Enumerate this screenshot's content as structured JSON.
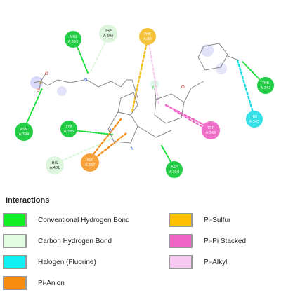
{
  "residues": [
    {
      "id": "arg",
      "name": "ARG",
      "num": "A:393",
      "kind": "conventional_hbond",
      "color": "#22cc44",
      "text_dark": false
    },
    {
      "id": "phe390",
      "name": "PHE",
      "num": "A:390",
      "kind": "carbon_hbond",
      "color": "#ddf5dd",
      "text_dark": true
    },
    {
      "id": "phe80",
      "name": "PHE",
      "num": "A:80",
      "kind": "pi_sulfur",
      "color": "#f4c23a",
      "text_dark": false
    },
    {
      "id": "asn",
      "name": "ASN",
      "num": "A:394",
      "kind": "conventional_hbond",
      "color": "#22cc44",
      "text_dark": false
    },
    {
      "id": "tyr",
      "name": "TYR",
      "num": "A:385",
      "kind": "conventional_hbond",
      "color": "#22cc44",
      "text_dark": false
    },
    {
      "id": "his",
      "name": "HIS",
      "num": "A:401",
      "kind": "carbon_hbond",
      "color": "#ddf5dd",
      "text_dark": true
    },
    {
      "id": "asp387",
      "name": "ASP",
      "num": "A:387",
      "kind": "pi_anion",
      "color": "#f5a23c",
      "text_dark": false
    },
    {
      "id": "asp350",
      "name": "ASP",
      "num": "A:350",
      "kind": "conventional_hbond",
      "color": "#22cc44",
      "text_dark": false
    },
    {
      "id": "trp",
      "name": "TRP",
      "num": "A:349",
      "kind": "pi_pi_stacked",
      "color": "#ee6ec8",
      "text_dark": false
    },
    {
      "id": "thr",
      "name": "THR",
      "num": "A:347",
      "kind": "conventional_hbond",
      "color": "#22cc44",
      "text_dark": false
    },
    {
      "id": "hir",
      "name": "HIR",
      "num": "A:345",
      "kind": "halogen",
      "color": "#33e0e8",
      "text_dark": false
    }
  ],
  "atoms": [
    {
      "id": "N",
      "label": "N"
    },
    {
      "id": "S",
      "label": "S"
    },
    {
      "id": "O1",
      "label": "O"
    },
    {
      "id": "O2",
      "label": "O"
    },
    {
      "id": "N2",
      "label": "N"
    },
    {
      "id": "N3",
      "label": "N"
    },
    {
      "id": "Ocat",
      "label": "O"
    },
    {
      "id": "F",
      "label": "F"
    }
  ],
  "legend": {
    "title": "Interactions",
    "items": [
      {
        "label": "Conventional Hydrogen Bond",
        "color": "#11ee22"
      },
      {
        "label": "Carbon Hydrogen Bond",
        "color": "#e1fde1"
      },
      {
        "label": "Halogen (Fluorine)",
        "color": "#11f0f5"
      },
      {
        "label": "Pi-Anion",
        "color": "#f78c10"
      },
      {
        "label": "Pi-Sulfur",
        "color": "#ffc200"
      },
      {
        "label": "Pi-Pi Stacked",
        "color": "#f064c8"
      },
      {
        "label": "Pi-Alkyl",
        "color": "#f7c8f2"
      }
    ]
  }
}
